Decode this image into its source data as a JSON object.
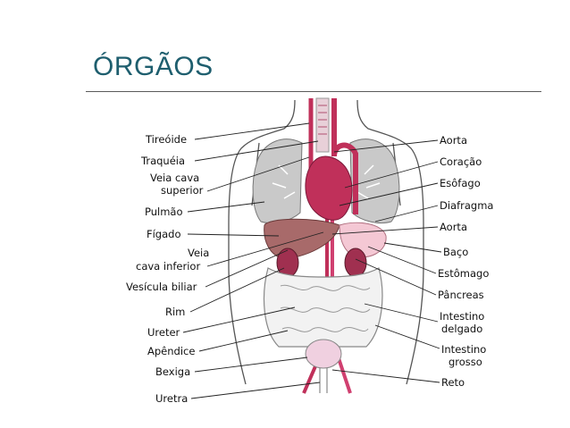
{
  "title": "ÓRGÃOS",
  "labels_left": [
    "Tireóide",
    "Traquéia",
    [
      "Veia cava",
      "superior"
    ],
    "Pulmão",
    "Fígado",
    [
      "Veia",
      "cava inferior"
    ],
    "Vesícula biliar",
    "Rim",
    "Ureter",
    "Apêndice",
    "Bexiga",
    "Uretra"
  ],
  "labels_right": [
    "Aorta",
    "Coração",
    "Esôfago",
    "Diafragma",
    "Aorta",
    "Baço",
    "Estômago",
    "Pâncreas",
    [
      "Intestino",
      "delgado"
    ],
    [
      "Intestino",
      "grosso"
    ],
    "Reto"
  ],
  "colors": {
    "title": "#1e5e6e",
    "heart": "#c0305a",
    "lungs": "#c8c8c8",
    "liver": "#b07070",
    "kidneys": "#a03050",
    "bladder": "#f0d0e0",
    "stomach": "#f4c8d4"
  }
}
